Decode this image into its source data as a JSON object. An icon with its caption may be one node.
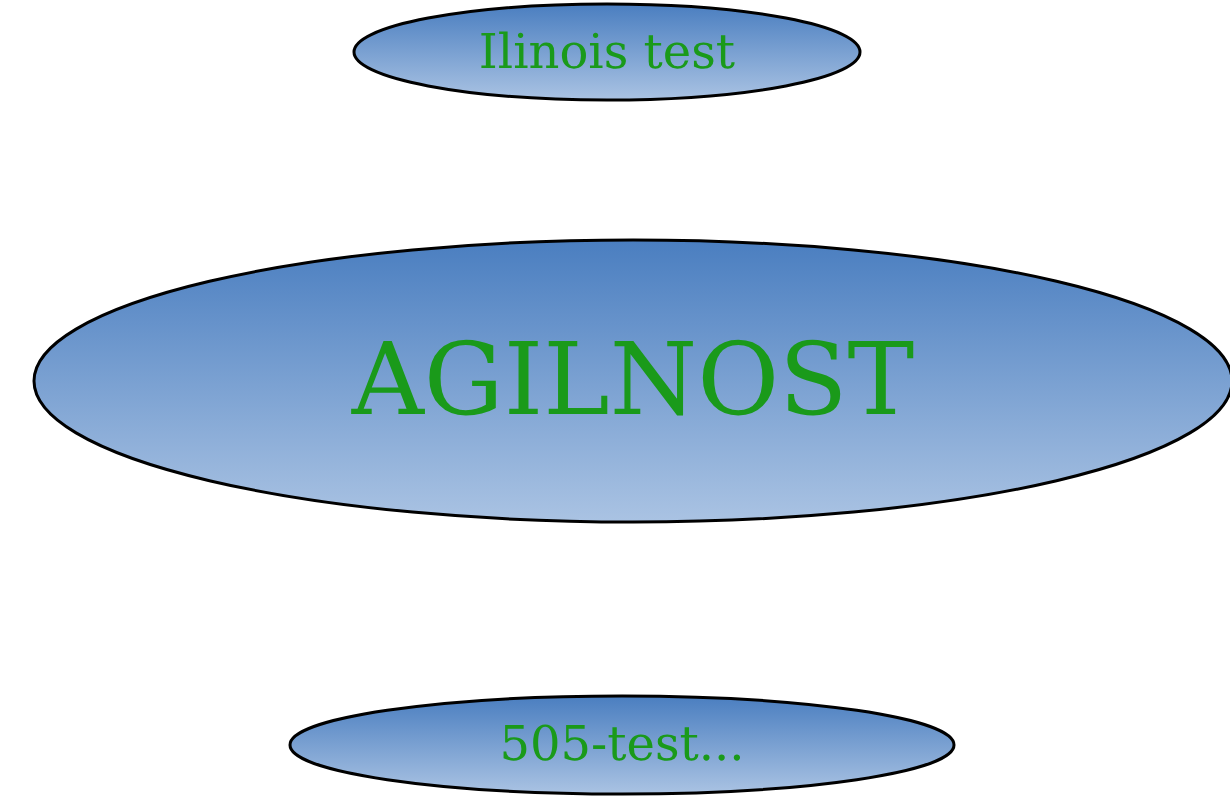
{
  "diagram": {
    "nodes": [
      {
        "text": [
          "Ilinois test"
        ]
      },
      {
        "text": [
          "AGILNOST"
        ]
      },
      {
        "text": [
          "505-test..."
        ]
      }
    ]
  }
}
